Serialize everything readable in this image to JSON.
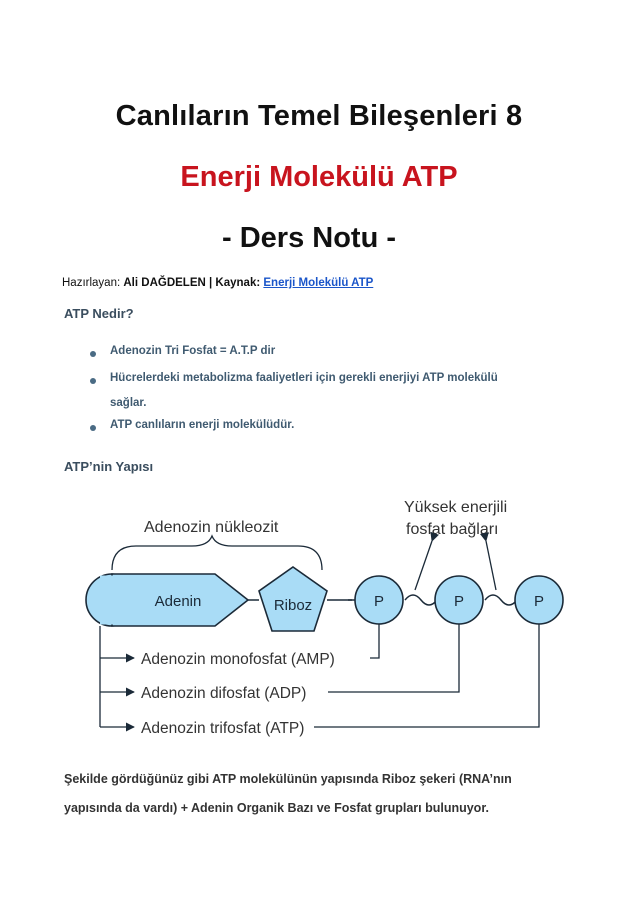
{
  "title": {
    "line1": "Canlıların Temel Bileşenleri 8",
    "line2": "Enerji Molekülü ATP",
    "line3": "- Ders Notu -"
  },
  "byline": {
    "prepared_label": "Hazırlayan:",
    "author": "Ali DAĞDELEN",
    "separator": "|",
    "source_label": "Kaynak:",
    "source_link": "Enerji Molekülü ATP"
  },
  "section1": {
    "heading": "ATP Nedir?",
    "bullets": [
      "Adenozin Tri Fosfat = A.T.P dir",
      "Hücrelerdeki metabolizma faaliyetleri için gerekli enerjiyi ATP molekülü",
      "sağlar.",
      "ATP canlıların enerji molekülüdür."
    ]
  },
  "section2": {
    "heading": "ATP’nin Yapısı"
  },
  "diagram": {
    "nucleoside_label": "Adenozin nükleozit",
    "high_energy_label_1": "Yüksek enerjili",
    "high_energy_label_2": "fosfat bağları",
    "adenine": "Adenin",
    "ribose": "Riboz",
    "phosphate": "P",
    "amp": "Adenozin monofosfat (AMP)",
    "adp": "Adenozin difosfat (ADP)",
    "atp": "Adenozin trifosfat (ATP)",
    "colors": {
      "fill": "#a9dcf6",
      "stroke": "#1b2a38"
    }
  },
  "paragraph": {
    "line1": "Şekilde gördüğünüz gibi ATP molekülünün yapısında Riboz şekeri (RNA’nın",
    "line2": "yapısında da vardı)  + Adenin Organik Bazı ve Fosfat grupları bulunuyor."
  }
}
